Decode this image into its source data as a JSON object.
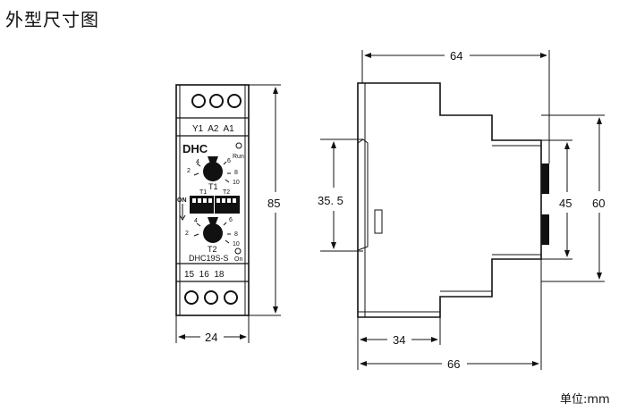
{
  "title": "外型尺寸图",
  "unit_label": "单位:mm",
  "front_view": {
    "top_terminals": "Y1  A2  A1",
    "brand": "DHC",
    "led_run": "Run",
    "knob_t1_label": "T1",
    "knob_t2_label": "T2",
    "scale_marks": [
      "2",
      "4",
      "6",
      "8",
      "10"
    ],
    "dip_on_label": "ON",
    "dip_t1": "T1",
    "dip_t2": "T2",
    "model": "DHC19S-S",
    "led_on": "On",
    "bottom_terminals": "15  16  18"
  },
  "dimensions": {
    "height": "85",
    "width": "24",
    "depth_total": "64",
    "side_height_35": "35. 5",
    "rail_45": "45",
    "side_height_60": "60",
    "depth_34": "34",
    "depth_66": "66"
  }
}
